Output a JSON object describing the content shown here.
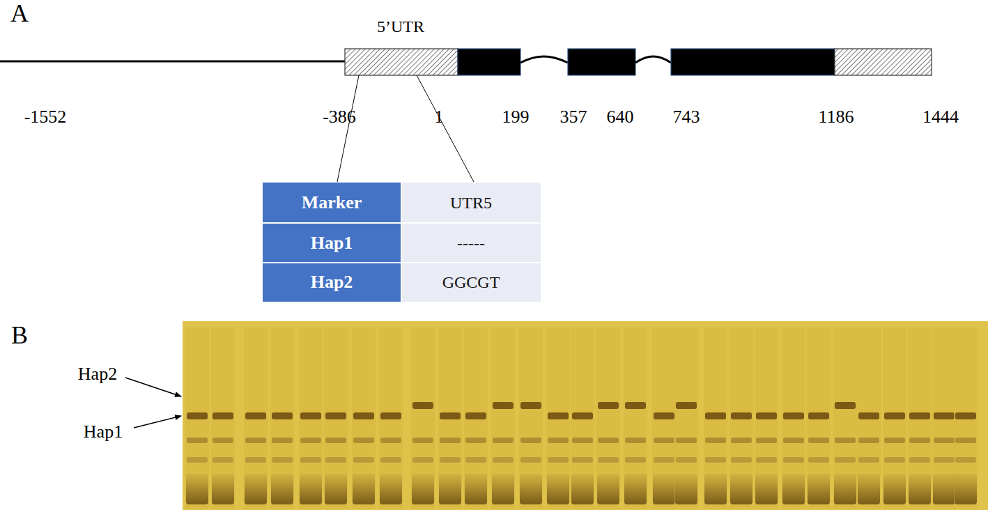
{
  "diagram": {
    "labels": [
      "A",
      "5’UTR",
      "-1552",
      "-386",
      "1",
      "199",
      "357",
      "640",
      "743",
      "1186",
      "1444",
      "Marker",
      "UTR5",
      "Hap1",
      "-----",
      "Hap2",
      "GGCGT",
      "B",
      "Hap2",
      "Hap1"
    ]
  }
}
